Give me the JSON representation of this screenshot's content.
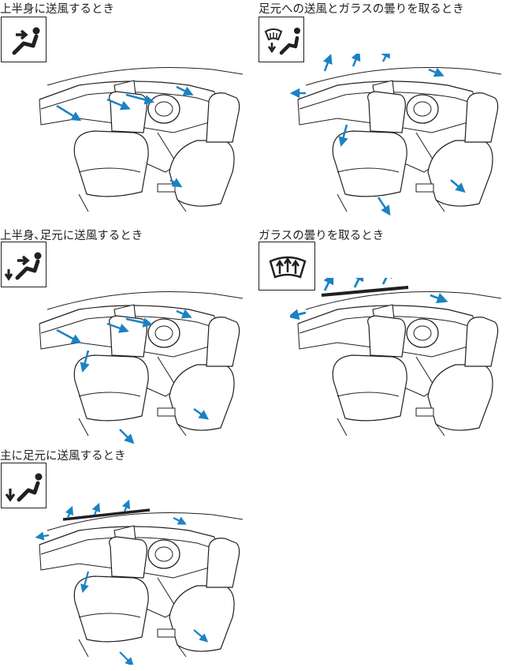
{
  "modes": [
    {
      "id": "face",
      "title": "上半身に送風するとき",
      "icon": "face-vent-icon"
    },
    {
      "id": "defrost-floor",
      "title": "足元への送風とガラスの曇りを取るとき",
      "icon": "defrost-floor-icon"
    },
    {
      "id": "bi-level",
      "title": "上半身､足元に送風するとき",
      "icon": "bi-level-icon"
    },
    {
      "id": "defrost",
      "title": "ガラスの曇りを取るとき",
      "icon": "defroster-icon"
    },
    {
      "id": "floor",
      "title": "主に足元に送風するとき",
      "icon": "floor-vent-icon"
    }
  ],
  "colors": {
    "line": "#231f20",
    "airflow": "#1a82c4"
  }
}
